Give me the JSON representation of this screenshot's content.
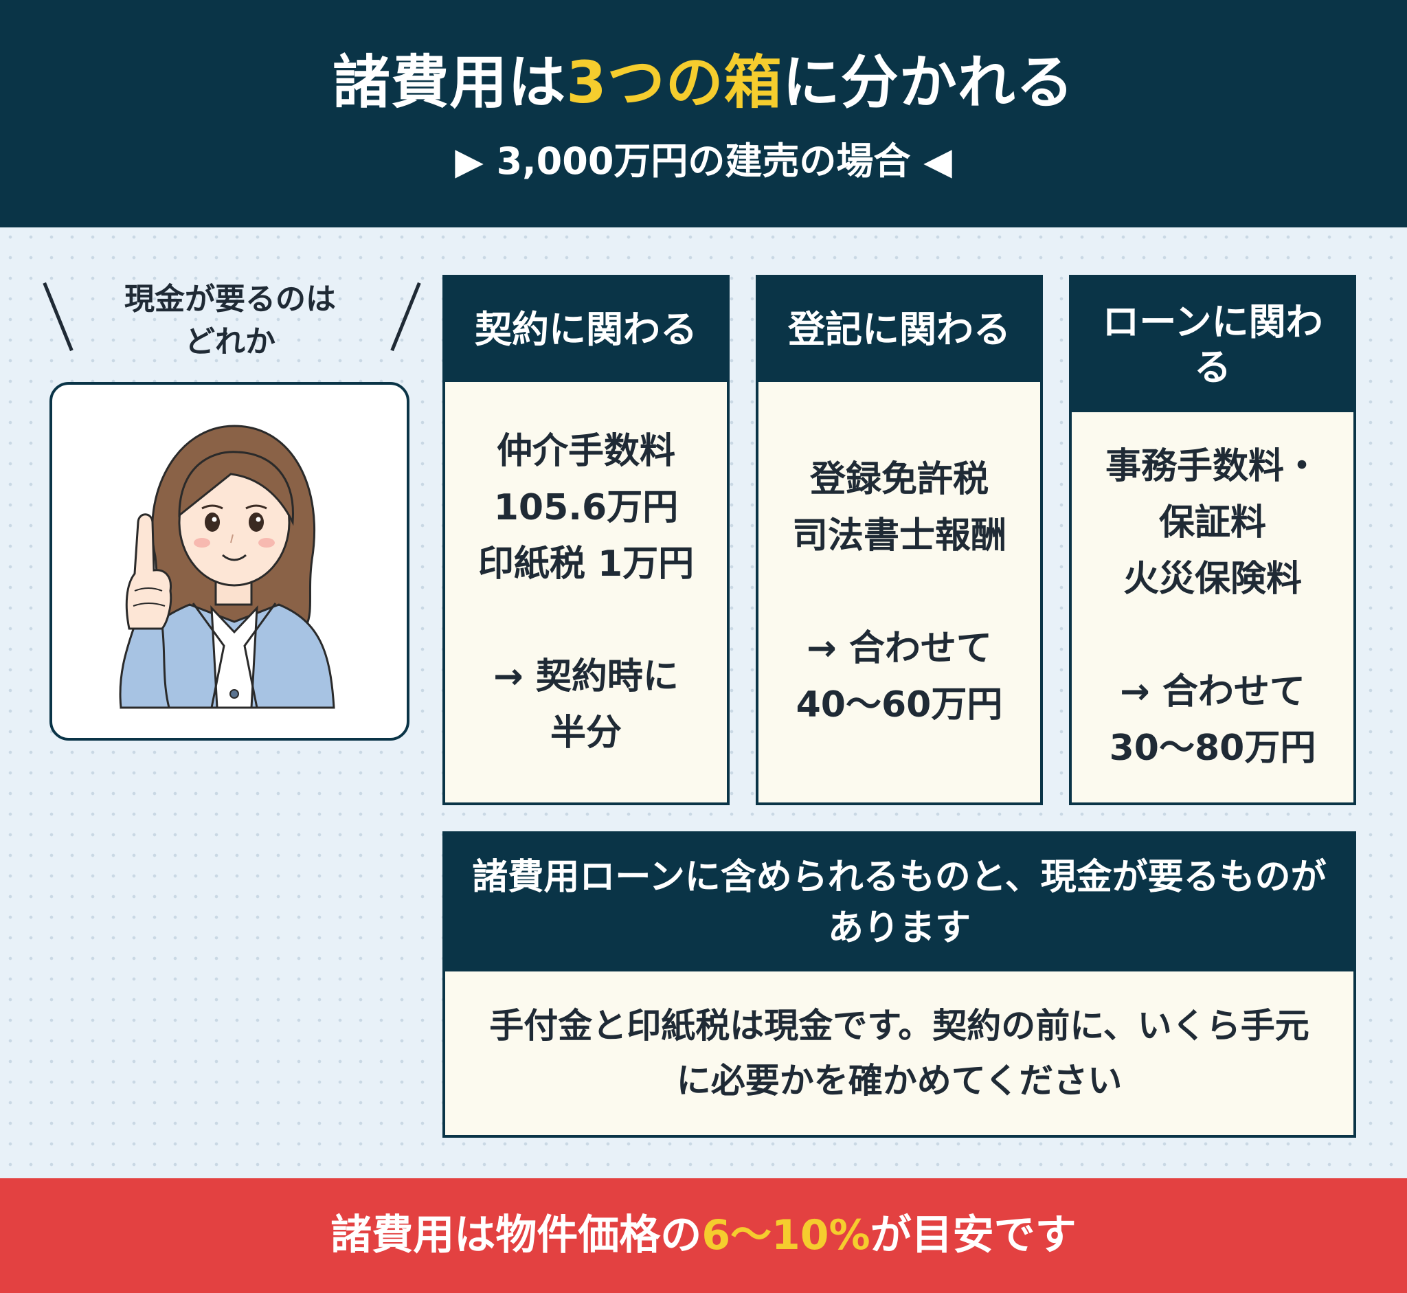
{
  "header": {
    "title_pre": "諸費用は",
    "title_highlight": "3つの箱",
    "title_post": "に分かれる",
    "subtitle": "▶ 3,000万円の建売の場合 ◀"
  },
  "aside": {
    "label_line1": "現金が要るのは",
    "label_line2": "どれか"
  },
  "boxes": [
    {
      "title": "契約に関わる",
      "items": [
        "仲介手数料",
        "105.6万円",
        "印紙税 1万円"
      ],
      "note": [
        "→ 契約時に",
        "半分"
      ]
    },
    {
      "title": "登記に関わる",
      "items": [
        "登録免許税",
        "司法書士報酬"
      ],
      "note": [
        "→ 合わせて",
        "40〜60万円"
      ]
    },
    {
      "title": "ローンに関わる",
      "items": [
        "事務手数料・",
        "保証料",
        "火災保険料"
      ],
      "note": [
        "→ 合わせて",
        "30〜80万円"
      ]
    }
  ],
  "summary": {
    "title": "諸費用ローンに含められるものと、現金が要るものがあります",
    "body": "手付金と印紙税は現金です。契約の前に、いくら手元に必要かを確かめてください"
  },
  "footer": {
    "text_pre": "諸費用は物件価格の",
    "highlight": "6〜10%",
    "text_post": "が目安です"
  },
  "colors": {
    "navy": "#0a3447",
    "highlight_yellow": "#f5cd2e",
    "footer_red": "#e34141",
    "box_fill": "#fcfaef",
    "background": "#e8f1f8"
  }
}
